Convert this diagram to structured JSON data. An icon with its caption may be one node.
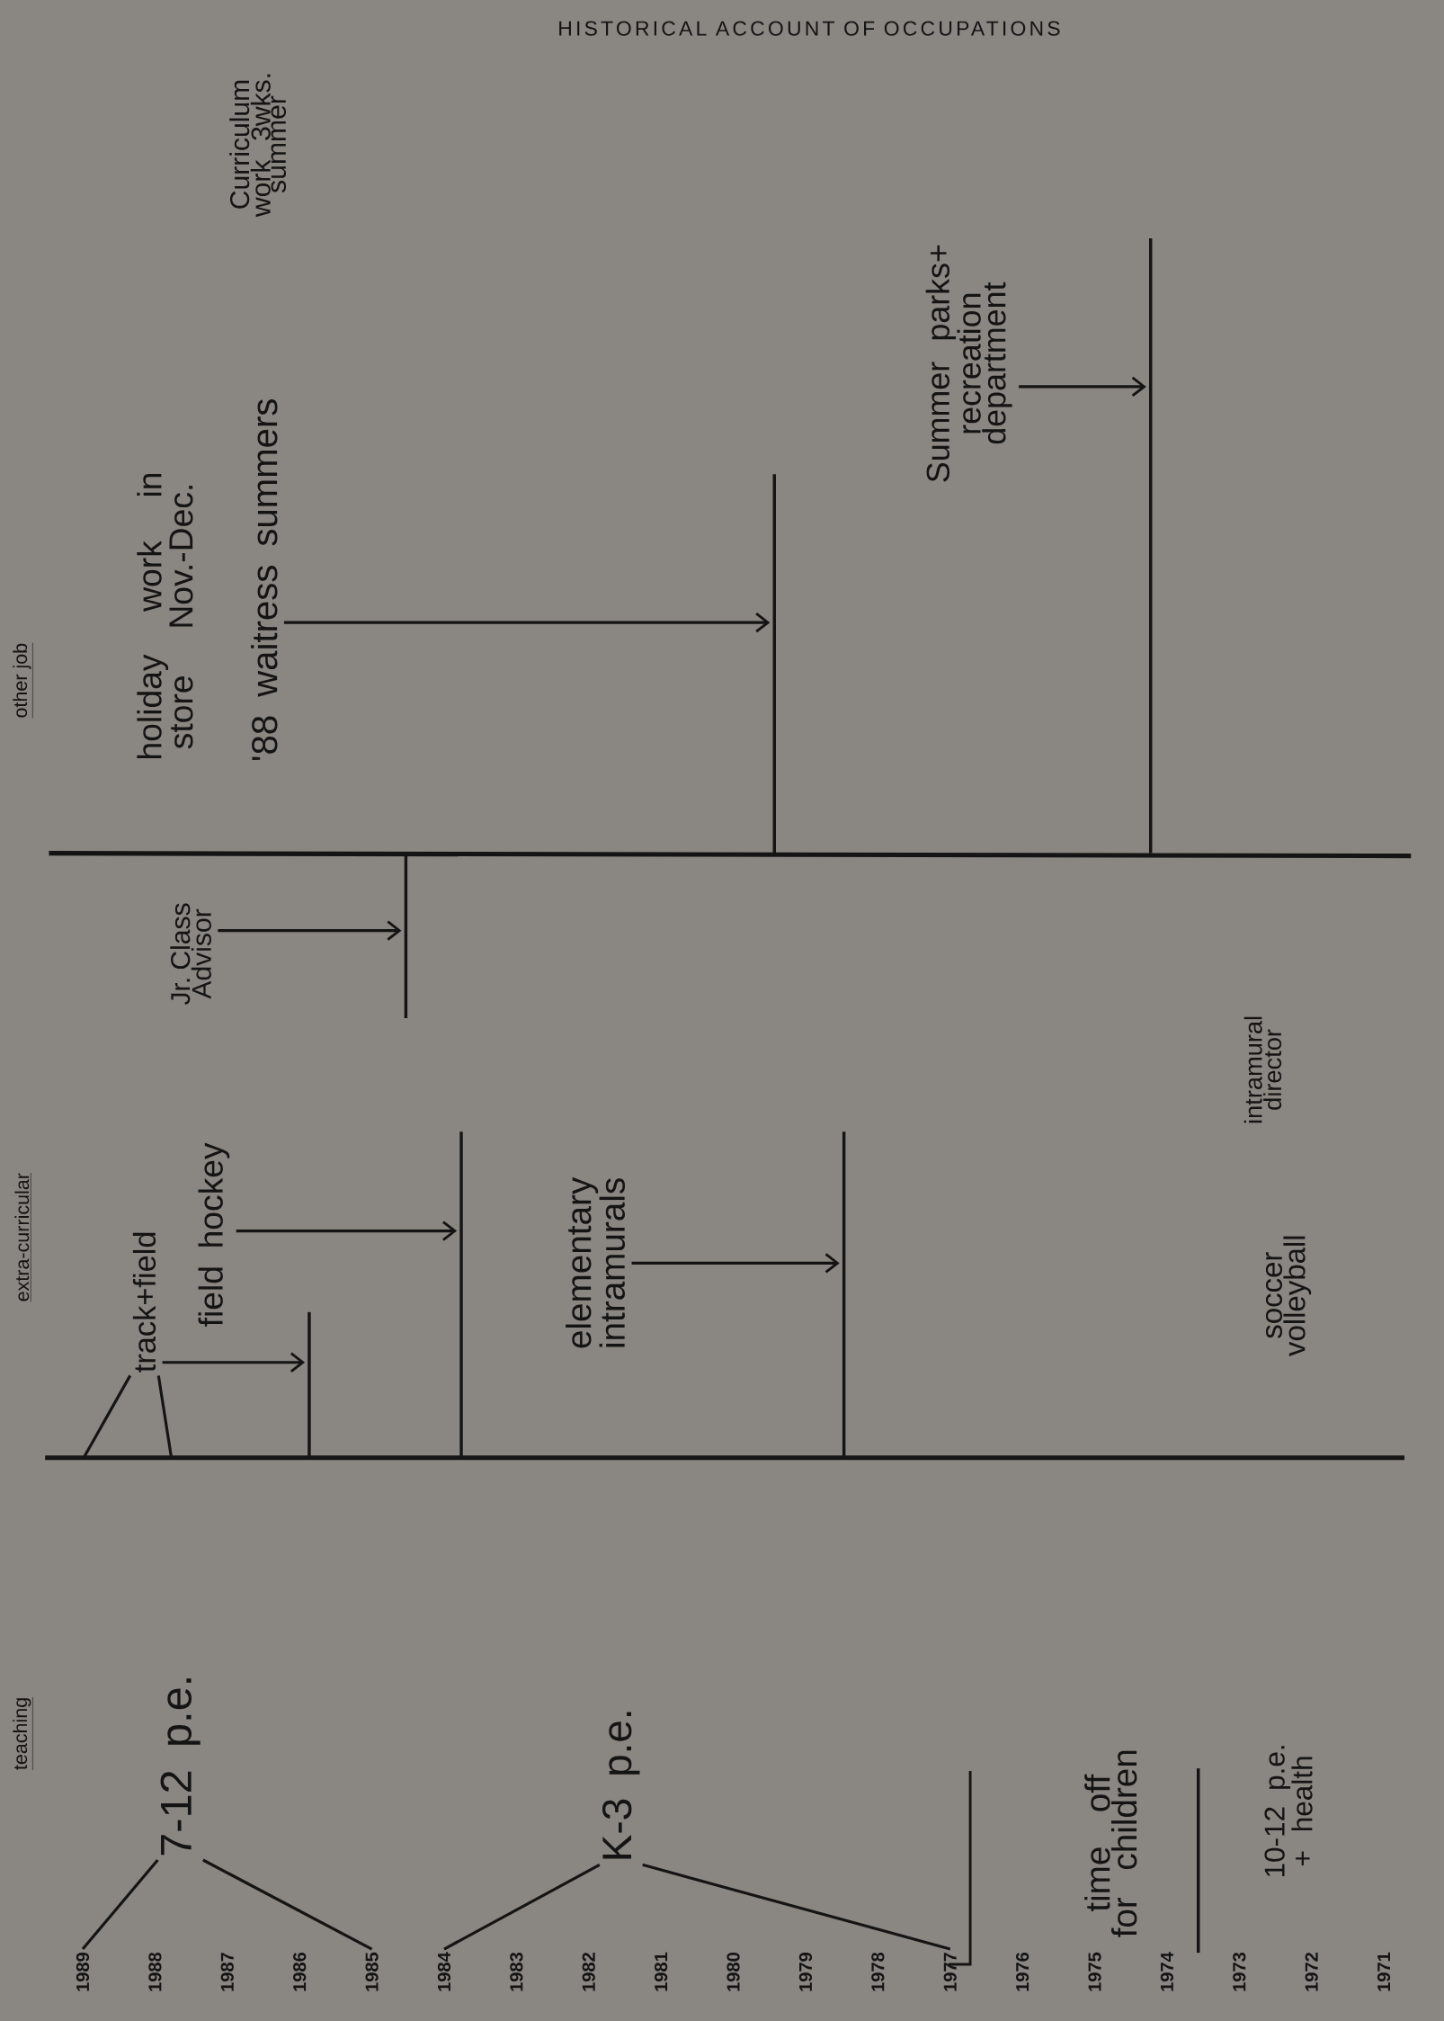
{
  "diagram": {
    "title": "HISTORICAL ACCOUNT OF OCCUPATIONS",
    "nodes": [
      {
        "text": [
          "1989"
        ]
      },
      {
        "text": [
          "1988"
        ]
      },
      {
        "text": [
          "1987"
        ]
      },
      {
        "text": [
          "1986"
        ]
      },
      {
        "text": [
          "1985"
        ]
      },
      {
        "text": [
          "1984"
        ]
      },
      {
        "text": [
          "1983"
        ]
      },
      {
        "text": [
          "1982"
        ]
      },
      {
        "text": [
          "1981"
        ]
      },
      {
        "text": [
          "1980"
        ]
      },
      {
        "text": [
          "1979"
        ]
      },
      {
        "text": [
          "1978"
        ]
      },
      {
        "text": [
          "1977"
        ]
      },
      {
        "text": [
          "1976"
        ]
      },
      {
        "text": [
          "1975"
        ]
      },
      {
        "text": [
          "1974"
        ]
      },
      {
        "text": [
          "1973"
        ]
      },
      {
        "text": [
          "1972"
        ]
      },
      {
        "text": [
          "1971"
        ]
      },
      {
        "text": [
          "7-12 p.e."
        ]
      },
      {
        "text": [
          "K-3 p.e."
        ]
      },
      {
        "text": [
          "time off for children"
        ]
      },
      {
        "text": [
          "10-12 p.e. + health"
        ]
      },
      {
        "text": [
          "track+field"
        ]
      },
      {
        "text": [
          "field hockey"
        ]
      },
      {
        "text": [],
        "shape": "bar"
      },
      {
        "text": [],
        "shape": "bar"
      },
      {
        "text": [
          "elementary intramurals"
        ]
      },
      {
        "text": [],
        "shape": "bar"
      },
      {
        "text": [
          "soccer volleyball"
        ]
      },
      {
        "text": [
          "intramural director"
        ]
      },
      {
        "text": [
          "Jr. Class Advisor"
        ]
      },
      {
        "text": [],
        "shape": "bar"
      },
      {
        "text": [
          "holiday work in store Nov.-Dec."
        ]
      },
      {
        "text": [
          "'88 waitress summers"
        ]
      },
      {
        "text": [],
        "shape": "bar"
      },
      {
        "text": [
          "Curriculum work 3wks. summer"
        ]
      },
      {
        "text": [
          "Summer parks+ recreation department"
        ]
      },
      {
        "text": [],
        "shape": "bar"
      }
    ],
    "edges": [
      {
        "from": 19,
        "to": 0,
        "arrow": "none"
      },
      {
        "from": 19,
        "to": 4,
        "arrow": "none"
      },
      {
        "from": 20,
        "to": 5,
        "arrow": "none"
      },
      {
        "from": 20,
        "to": 12,
        "arrow": "none"
      },
      {
        "from": 23,
        "to": null,
        "arrow": "none"
      },
      {
        "from": 23,
        "to": null,
        "arrow": "none"
      },
      {
        "from": 23,
        "to": 25,
        "arrow": "to"
      },
      {
        "from": 24,
        "to": 26,
        "arrow": "to"
      },
      {
        "from": 27,
        "to": 28,
        "arrow": "to"
      },
      {
        "from": 31,
        "to": 32,
        "arrow": "to"
      },
      {
        "from": 34,
        "to": 35,
        "arrow": "to"
      },
      {
        "from": 37,
        "to": 38,
        "arrow": "to"
      }
    ],
    "labels": [
      "teaching",
      "extra-curricular",
      "other job"
    ]
  }
}
